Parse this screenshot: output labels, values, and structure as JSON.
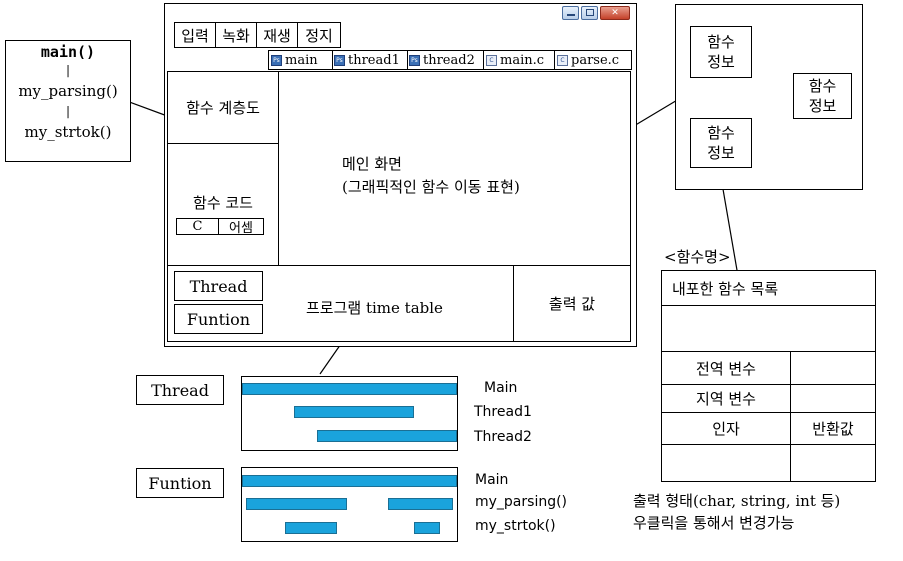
{
  "call_tree": {
    "root": "main()",
    "connector1": "|",
    "child": "my_parsing()",
    "connector2": "|",
    "grandchild": "my_strtok()"
  },
  "window": {
    "menu": [
      "입력",
      "녹화",
      "재생",
      "정지"
    ],
    "tabs": [
      {
        "icon": "project-icon",
        "label": "main"
      },
      {
        "icon": "project-icon",
        "label": "thread1"
      },
      {
        "icon": "project-icon",
        "label": "thread2"
      },
      {
        "icon": "c-source-icon",
        "label": "main.c"
      },
      {
        "icon": "c-source-icon",
        "label": "parse.c"
      }
    ],
    "hierarchy_label": "함수 계층도",
    "code_label": "함수 코드",
    "code_tabs": [
      "C",
      "어셈"
    ],
    "main_view_line1": "메인 화면",
    "main_view_line2": "(그래픽적인 함수 이동 표현)",
    "thread_button": "Thread",
    "function_button": "Funtion",
    "timetable_label": "프로그램 time table",
    "output_label": "출력 값"
  },
  "graph_detail": {
    "node_a": [
      "함수",
      "정보"
    ],
    "node_b": [
      "함수",
      "정보"
    ],
    "node_c": [
      "함수",
      "정보"
    ]
  },
  "function_detail": {
    "title": "<함수명>",
    "included_functions": "내포한 함수 목록",
    "global_vars": "전역 변수",
    "local_vars": "지역 변수",
    "args": "인자",
    "return_value": "반환값",
    "note_line1": "출력 형태(char, string, int 등)",
    "note_line2": "우클릭을 통해서 변경가능"
  },
  "thread_timeline": {
    "button": "Thread",
    "rows": [
      {
        "name": "Main",
        "spans": [
          [
            0,
            1
          ]
        ]
      },
      {
        "name": "Thread1",
        "spans": [
          [
            0.24,
            0.8
          ]
        ]
      },
      {
        "name": "Thread2",
        "spans": [
          [
            0.35,
            1
          ]
        ]
      }
    ]
  },
  "function_timeline": {
    "button": "Funtion",
    "rows": [
      {
        "name": "Main",
        "spans": [
          [
            0,
            1
          ]
        ]
      },
      {
        "name": "my_parsing()",
        "spans": [
          [
            0.02,
            0.49
          ],
          [
            0.68,
            0.98
          ]
        ]
      },
      {
        "name": "my_strtok()",
        "spans": [
          [
            0.2,
            0.44
          ],
          [
            0.8,
            0.92
          ]
        ]
      }
    ]
  },
  "colors": {
    "bar_fill": "#1aa3dc",
    "bar_border": "#1b6f94"
  }
}
